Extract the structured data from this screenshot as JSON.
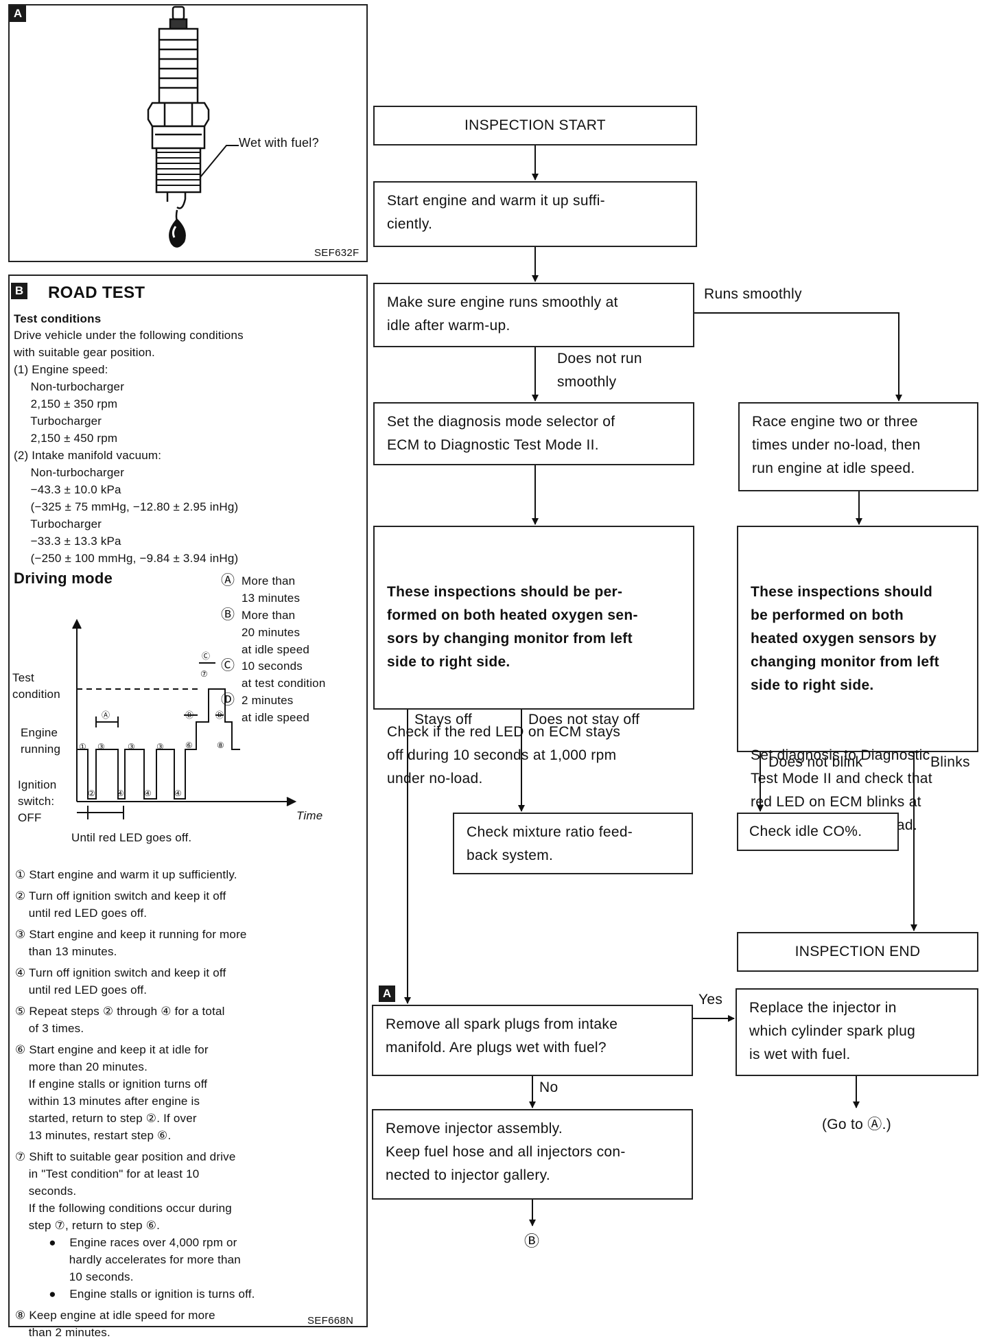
{
  "panel_a": {
    "tag": "A",
    "callout": "Wet with fuel?",
    "code": "SEF632F"
  },
  "panel_b": {
    "tag": "B",
    "title": "ROAD TEST",
    "conditions_heading": "Test conditions",
    "conditions_lines": [
      "Drive vehicle under the following conditions",
      "with suitable gear position.",
      "(1) Engine speed:",
      "     Non-turbocharger",
      "     2,150 ± 350 rpm",
      "     Turbocharger",
      "     2,150 ± 450 rpm",
      "(2) Intake manifold vacuum:",
      "     Non-turbocharger",
      "     −43.3 ± 10.0 kPa",
      "     (−325 ± 75 mmHg, −12.80 ± 2.95 inHg)",
      "     Turbocharger",
      "     −33.3 ± 13.3 kPa",
      "     (−250 ± 100 mmHg, −9.84 ± 3.94 inHg)"
    ],
    "driving_mode_heading": "Driving mode",
    "legend": [
      {
        "key": "Ⓐ",
        "text": "More than\n13 minutes"
      },
      {
        "key": "Ⓑ",
        "text": "More than\n20 minutes\nat idle speed"
      },
      {
        "key": "Ⓒ",
        "text": "10 seconds\nat test condition"
      },
      {
        "key": "Ⓓ",
        "text": "2 minutes\nat idle speed"
      }
    ],
    "chart_labels": {
      "test_condition": "Test\ncondition",
      "engine_running": "Engine\nrunning",
      "ignition_off": "Ignition\nswitch:\nOFF",
      "time": "Time",
      "until_led": "Until red LED goes off.",
      "mark_a": "Ⓐ",
      "mark_b": "Ⓑ",
      "mark_c": "Ⓒ",
      "mark_d": "Ⓓ"
    },
    "steps": [
      "① Start engine and warm it up sufficiently.",
      "② Turn off ignition switch and keep it off\n    until red LED goes off.",
      "③ Start engine and keep it running for more\n    than 13 minutes.",
      "④ Turn off ignition switch and keep it off\n    until red LED goes off.",
      "⑤ Repeat steps ② through ④ for a total\n    of 3 times.",
      "⑥ Start engine and keep it at idle for\n    more than 20 minutes.\n    If engine stalls or ignition turns off\n    within 13 minutes after engine is\n    started, return to step ②. If over\n    13 minutes, restart step ⑥.",
      "⑦ Shift to suitable gear position and drive\n    in \"Test condition\" for at least 10\n    seconds.\n    If the following conditions occur during\n    step ⑦, return to step ⑥.\n          ●    Engine races over 4,000 rpm or\n                hardly accelerates for more than\n                10 seconds.\n          ●    Engine stalls or ignition is turns off.",
      "⑧ Keep engine at idle speed for more\n    than 2 minutes."
    ],
    "code": "SEF668N"
  },
  "flow": {
    "start": "INSPECTION START",
    "warm_up": "Start engine and warm it up suffi-\nciently.",
    "smooth_check": "Make sure engine runs smoothly at\nidle after warm-up.",
    "runs_smoothly": "Runs smoothly",
    "not_smooth": "Does not run\nsmoothly",
    "set_mode": "Set the diagnosis mode selector of\nECM to Diagnostic Test Mode II.",
    "race_engine": "Race engine two or three\ntimes under no-load, then\nrun engine at idle speed.",
    "left_inspect_bold": "These inspections should be per-\nformed on both heated oxygen sen-\nsors by changing monitor from left\nside to right side.",
    "left_inspect_normal": "Check if the red LED on ECM stays\noff during 10 seconds at 1,000 rpm\nunder no-load.",
    "right_inspect_bold": "These inspections should\nbe performed on both\nheated oxygen sensors by\nchanging monitor from left\nside to right side.",
    "right_inspect_normal": "Set diagnosis to Diagnostic\nTest Mode II and check that\nred LED on ECM blinks at\n2,000 rpm under no-load.",
    "stays_off": "Stays off",
    "not_stay_off": "Does not stay off",
    "not_blink": "Does not blink",
    "blinks": "Blinks",
    "mixture": "Check mixture ratio feed-\nback system.",
    "idle_co": "Check idle CO%.",
    "end": "INSPECTION END",
    "tag_a": "A",
    "spark": "Remove all spark plugs from intake\nmanifold. Are plugs wet with fuel?",
    "yes": "Yes",
    "no": "No",
    "replace": "Replace the injector in\nwhich cylinder spark plug\nis wet with fuel.",
    "go_to": "(Go to Ⓐ.)",
    "remove_injector": "Remove injector assembly.\nKeep fuel hose and all injectors con-\nnected to injector gallery.",
    "next": "Ⓑ"
  }
}
